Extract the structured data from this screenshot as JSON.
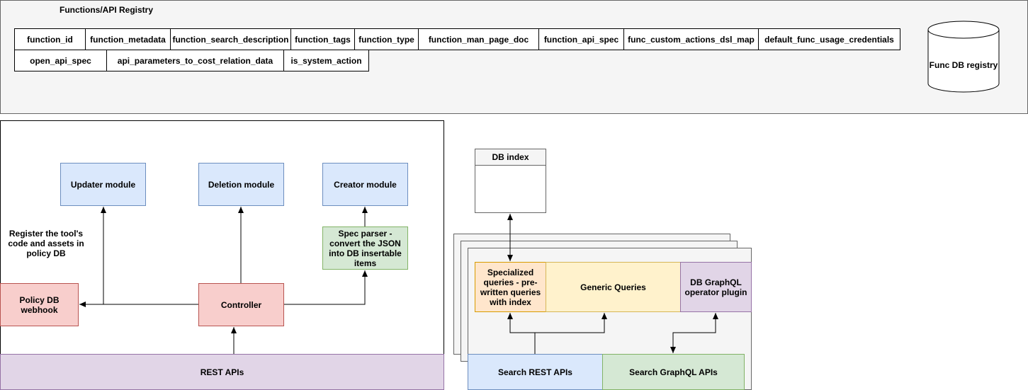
{
  "registry": {
    "title": "Functions/API Registry",
    "fields_row1": [
      "function_id",
      "function_metadata",
      "function_search_description",
      "function_tags",
      "function_type",
      "function_man_page_doc",
      "function_api_spec",
      "func_custom_actions_dsl_map",
      "default_func_usage_credentials"
    ],
    "fields_row2": [
      "open_api_spec",
      "api_parameters_to_cost_relation_data",
      "is_system_action"
    ],
    "db_label": "Func DB registry"
  },
  "left_panel": {
    "updater": "Updater module",
    "deletion": "Deletion module",
    "creator": "Creator module",
    "register_note": "Register the tool's code and assets in policy DB",
    "spec_parser": "Spec parser - convert the JSON into DB insertable items",
    "policy_webhook": "Policy DB webhook",
    "controller": "Controller",
    "rest_apis": "REST APIs"
  },
  "right_panel": {
    "db_index": "DB index",
    "specialized_queries": "Specialized queries - pre-written queries with index",
    "generic_queries": "Generic Queries",
    "graphql_plugin": "DB GraphQL operator plugin",
    "search_rest": "Search REST APIs",
    "search_graphql": "Search GraphQL APIs"
  },
  "colors": {
    "blue_fill": "#dae8fc",
    "blue_stroke": "#6c8ebf",
    "green_fill": "#d5e8d4",
    "green_stroke": "#82b366",
    "red_fill": "#f8cecc",
    "red_stroke": "#b85450",
    "purple_fill": "#e1d5e7",
    "purple_stroke": "#9673a6",
    "orange_fill": "#ffe6cc",
    "orange_stroke": "#d79b00",
    "yellow_fill": "#fff2cc",
    "yellow_stroke": "#d6b656",
    "gray_fill": "#f5f5f5",
    "gray_stroke": "#666666"
  }
}
